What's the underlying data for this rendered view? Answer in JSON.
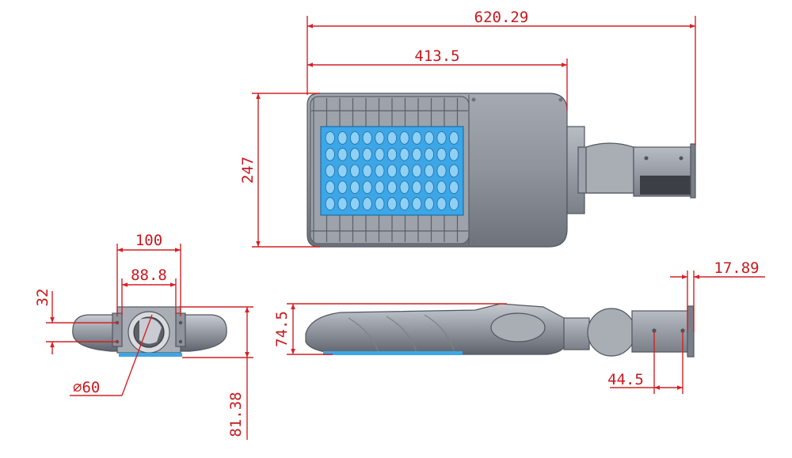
{
  "colors": {
    "dimension": "#d42127",
    "housing": "#8e939c",
    "housing_dark": "#6d727b",
    "led_panel": "#3ca6e6",
    "led_cell": "#8fd0f5",
    "outline": "#505660"
  },
  "icons": [
    "arrowhead-icon",
    "diameter-symbol-icon"
  ],
  "dimensions": {
    "overall_length": "620.29",
    "body_length": "413.5",
    "body_width": "247",
    "bracket_width": "100",
    "bracket_inner_width": "88.8",
    "bracket_offset": "32",
    "pole_diameter": "∅60",
    "side_height": "81.38",
    "body_height": "74.5",
    "slip_fitter_length": "44.5",
    "slip_fitter_end": "17.89"
  },
  "views": {
    "top": {
      "led_rows": 5,
      "led_cols": 11
    },
    "front": {},
    "side": {}
  }
}
